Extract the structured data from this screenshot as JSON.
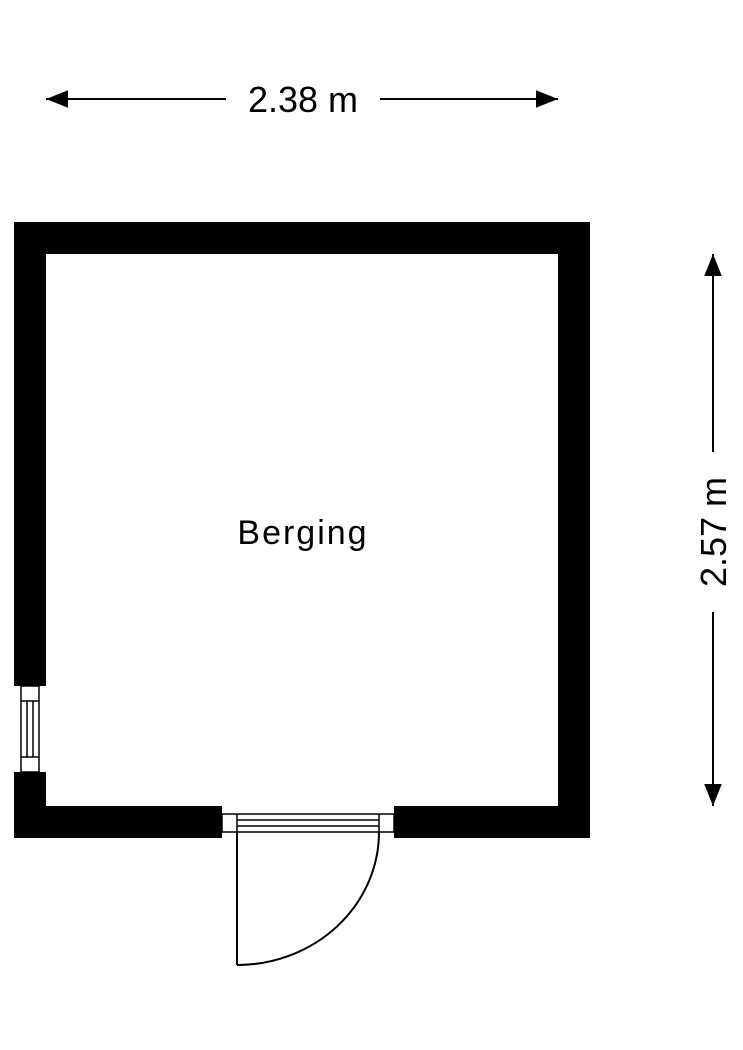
{
  "room": {
    "name": "Berging"
  },
  "dimensions": {
    "width": "2.38 m",
    "height": "2.57 m"
  },
  "colors": {
    "wall": "#000000",
    "background": "#ffffff"
  }
}
